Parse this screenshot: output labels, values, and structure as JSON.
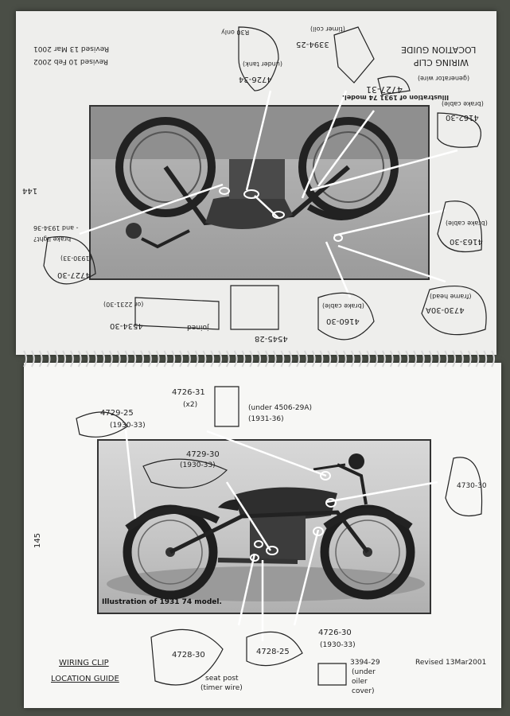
{
  "top_page": {
    "page_number": "144",
    "title_line1": "LOCATION GUIDE",
    "title_line2": "WIRING CLIP",
    "revision1": "Revised 13 Mar 2001",
    "revision2": "Revised 10 Feb 2002",
    "photo_caption": "Illustration of 1931 74 model.",
    "labels": [
      "4727-31",
      "(generator wire)",
      "4162-30",
      "(brake cable)",
      "4163-30",
      "(brake cable)",
      "4730-30A",
      "(frame head)",
      "4160-30",
      "(brake cable)",
      "4545-28",
      "4534-30",
      "(or 2231-30)",
      "joined",
      "4727-30",
      "(1930-33)",
      "brake light?",
      "- and 1934-36",
      "4726-34",
      "(under tank)",
      "R30 only",
      "3394-25",
      "(timer coil)"
    ]
  },
  "bottom_page": {
    "page_number": "145",
    "photo_caption": "Illustration of 1931 74 model.",
    "footer_line1": "WIRING CLIP",
    "footer_line2": "LOCATION GUIDE",
    "revision": "Revised 13Mar2001",
    "labels": {
      "l4726_31": "4726-31",
      "l4726_31_qty": "(x2)",
      "l4726_31_note1": "(under 4506-29A)",
      "l4726_31_note2": "(1931-36)",
      "l4729_25": "4729-25",
      "l4729_25_years": "(1930-33)",
      "l4729_30": "4729-30",
      "l4729_30_years": "(1930-33)",
      "l4730_30": "4730-30",
      "l4728_30": "4728-30",
      "l4728_30_note1": "seat post",
      "l4728_30_note2": "(timer wire)",
      "l4728_25": "4728-25",
      "l4726_30": "4726-30",
      "l4726_30_years": "(1930-33)",
      "l3394_29": "3394-29",
      "l3394_29_note1": "(under",
      "l3394_29_note2": "oiler",
      "l3394_29_note3": "cover)"
    }
  }
}
